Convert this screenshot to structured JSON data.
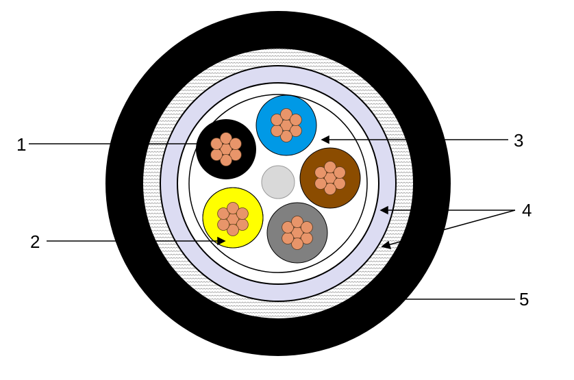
{
  "labels": {
    "l1": "1",
    "l2": "2",
    "l3": "3",
    "l4": "4",
    "l5": "5"
  },
  "colors": {
    "outer_sheath": "#000000",
    "armour_texture": "#dcdcdc",
    "separation_layer": "#dcdcf2",
    "inner_fill": "#ffffff",
    "core_black": "#000000",
    "core_blue": "#0099e6",
    "core_brown": "#8b4c00",
    "core_yellow": "#ffff00",
    "core_green_stripe": "#00a651",
    "core_grey": "#808080",
    "filler": "#d9d9d9",
    "copper": "#e8956a"
  }
}
